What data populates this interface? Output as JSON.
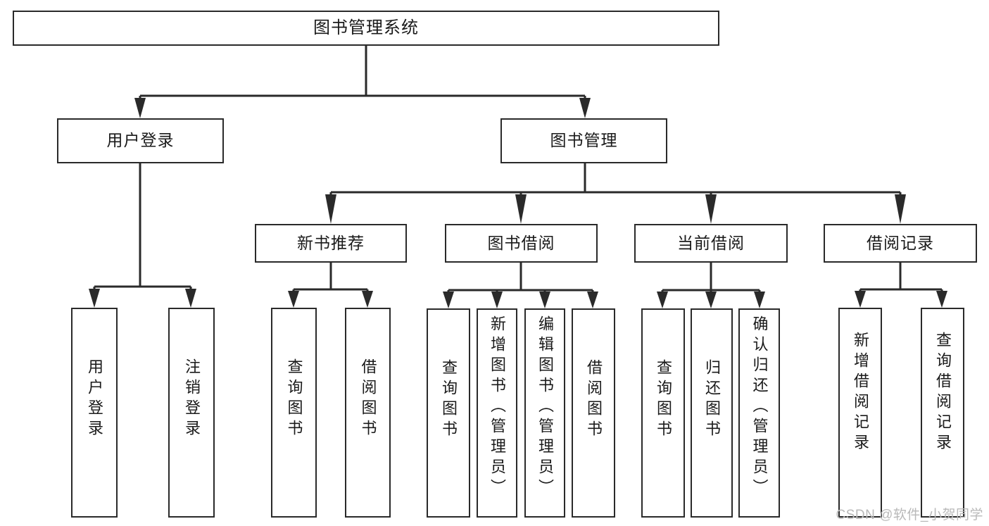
{
  "diagram": {
    "title": "图书管理系统",
    "type": "tree-hierarchy-chart",
    "watermark": "CSDN @软件_小贺同学",
    "colors": {
      "stroke": "#2a2a2a",
      "text": "#1a1a1a",
      "background": "#ffffff",
      "watermark": "#b9b9b9"
    }
  },
  "nodes": {
    "root": {
      "label": "图书管理系统"
    },
    "level2": [
      {
        "id": "user-login",
        "label": "用户登录"
      },
      {
        "id": "book-manage",
        "label": "图书管理"
      }
    ],
    "level3": [
      {
        "id": "new-book-recommend",
        "label": "新书推荐"
      },
      {
        "id": "book-borrow",
        "label": "图书借阅"
      },
      {
        "id": "current-borrow",
        "label": "当前借阅"
      },
      {
        "id": "borrow-record",
        "label": "借阅记录"
      }
    ],
    "leaves": [
      {
        "id": "leaf-user-login",
        "label": "用户登录",
        "parent": "user-login"
      },
      {
        "id": "leaf-logout-login",
        "label": "注销登录",
        "parent": "user-login"
      },
      {
        "id": "leaf-query-book-1",
        "label": "查询图书",
        "parent": "new-book-recommend"
      },
      {
        "id": "leaf-borrow-book-1",
        "label": "借阅图书",
        "parent": "new-book-recommend"
      },
      {
        "id": "leaf-query-book-2",
        "label": "查询图书",
        "parent": "book-borrow"
      },
      {
        "id": "leaf-add-book",
        "label": "新增图书（管理员）",
        "parent": "book-borrow"
      },
      {
        "id": "leaf-edit-book",
        "label": "编辑图书（管理员）",
        "parent": "book-borrow"
      },
      {
        "id": "leaf-borrow-book-2",
        "label": "借阅图书",
        "parent": "book-borrow"
      },
      {
        "id": "leaf-query-book-3",
        "label": "查询图书",
        "parent": "current-borrow"
      },
      {
        "id": "leaf-return-book",
        "label": "归还图书",
        "parent": "current-borrow"
      },
      {
        "id": "leaf-confirm-return",
        "label": "确认归还（管理员）",
        "parent": "current-borrow"
      },
      {
        "id": "leaf-add-record",
        "label": "新增借阅记录",
        "parent": "borrow-record"
      },
      {
        "id": "leaf-query-record",
        "label": "查询借阅记录",
        "parent": "borrow-record"
      }
    ]
  }
}
